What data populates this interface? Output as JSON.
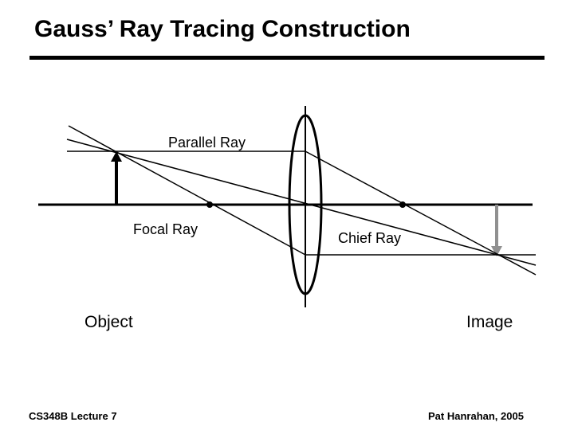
{
  "slide": {
    "title": "Gauss’ Ray Tracing Construction"
  },
  "diagram": {
    "labels": {
      "parallel_ray": "Parallel Ray",
      "focal_ray": "Focal Ray",
      "chief_ray": "Chief Ray",
      "object": "Object",
      "image": "Image"
    },
    "colors": {
      "lines": "#000000",
      "image_arrow": "#909090"
    }
  },
  "footer": {
    "left": "CS348B Lecture 7",
    "right": "Pat Hanrahan, 2005"
  }
}
